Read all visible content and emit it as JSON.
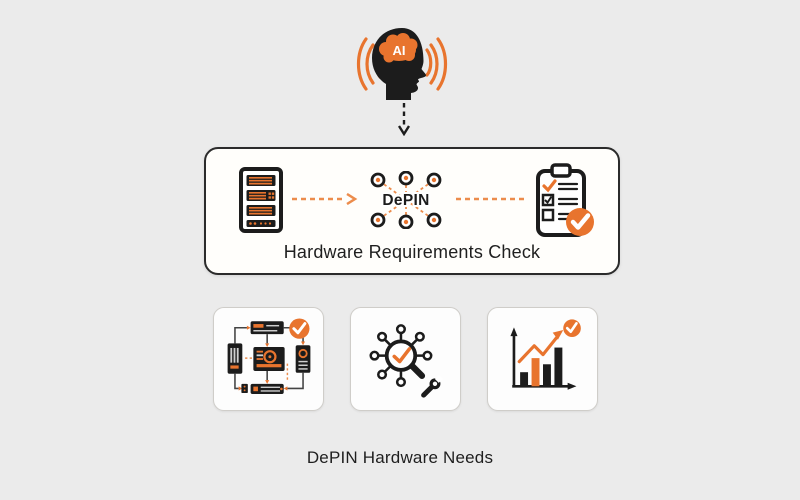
{
  "colors": {
    "background": "#ebebeb",
    "ink": "#1c1c1c",
    "accent": "#e8742e",
    "accent_soft": "#ec8c4c",
    "surface": "#fffefb",
    "box_border": "#2b2b2b",
    "card_border": "#cfcdc9",
    "text": "#1f1f1f"
  },
  "header": {
    "icon": "ai-head-icon",
    "ai_label": "AI"
  },
  "flow_box": {
    "icons": [
      "server-rack-icon",
      "depin-network-icon",
      "checklist-clipboard-icon"
    ],
    "network_label": "DePIN",
    "caption": "Hardware Requirements Check"
  },
  "cards": [
    {
      "icon": "hardware-topology-icon",
      "has_check_badge": true
    },
    {
      "icon": "network-inspection-magnifier-wrench-icon",
      "has_check_badge": false
    },
    {
      "icon": "growth-bar-chart-icon",
      "has_check_badge": true
    }
  ],
  "footer": {
    "caption": "DePIN Hardware Needs"
  }
}
